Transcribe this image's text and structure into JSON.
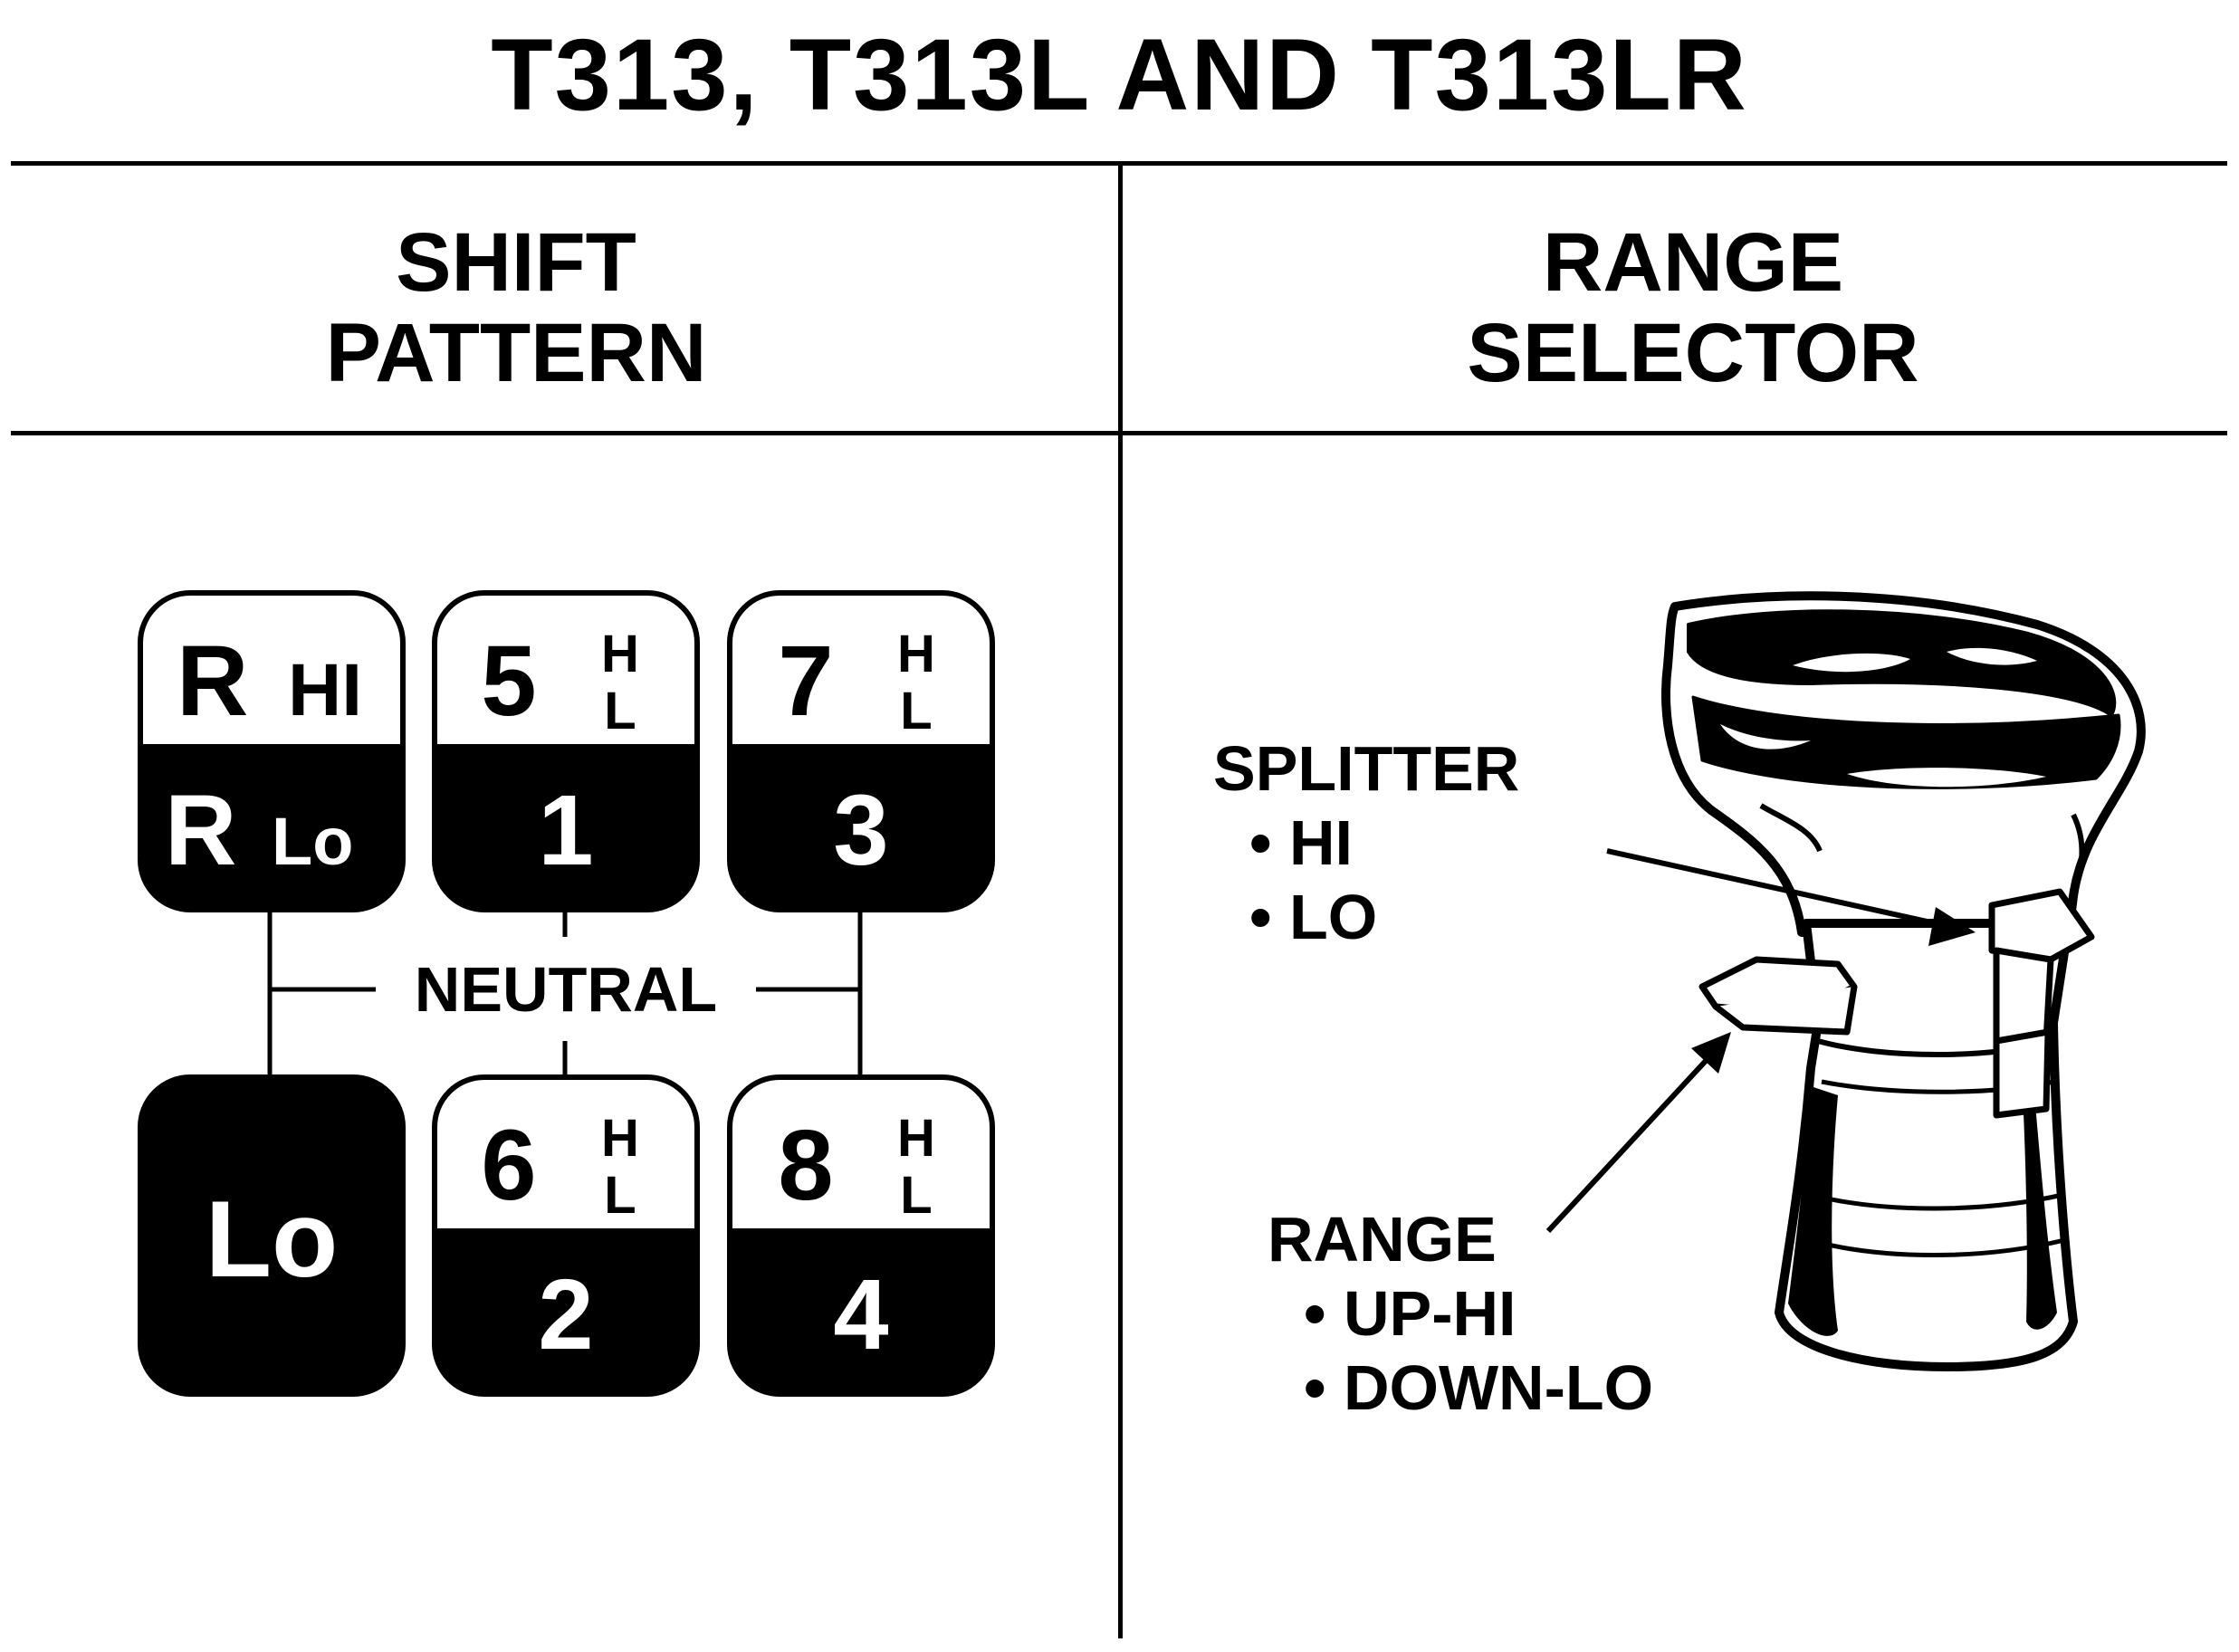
{
  "title": "T313, T313L AND T313LR",
  "columns": {
    "left_header": [
      "SHIFT",
      "PATTERN"
    ],
    "right_header": [
      "RANGE",
      "SELECTOR"
    ]
  },
  "shift_pattern": {
    "neutral_label": "NEUTRAL",
    "gates": [
      {
        "top_main": "R",
        "top_side": "HI",
        "bottom_main": "R",
        "bottom_side": "Lo"
      },
      {
        "top_main": "5",
        "top_h": "H",
        "top_l": "L",
        "bottom_main": "1"
      },
      {
        "top_main": "7",
        "top_h": "H",
        "top_l": "L",
        "bottom_main": "3"
      },
      {
        "solid_main": "Lo"
      },
      {
        "top_main": "6",
        "top_h": "H",
        "top_l": "L",
        "bottom_main": "2"
      },
      {
        "top_main": "8",
        "top_h": "H",
        "top_l": "L",
        "bottom_main": "4"
      }
    ]
  },
  "range_selector": {
    "splitter": {
      "label": "SPLITTER",
      "items": [
        "• HI",
        "• LO"
      ]
    },
    "range": {
      "label": "RANGE",
      "items": [
        "• UP-HI",
        "• DOWN-LO"
      ]
    }
  },
  "colors": {
    "ink": "#000000",
    "paper": "#ffffff"
  }
}
